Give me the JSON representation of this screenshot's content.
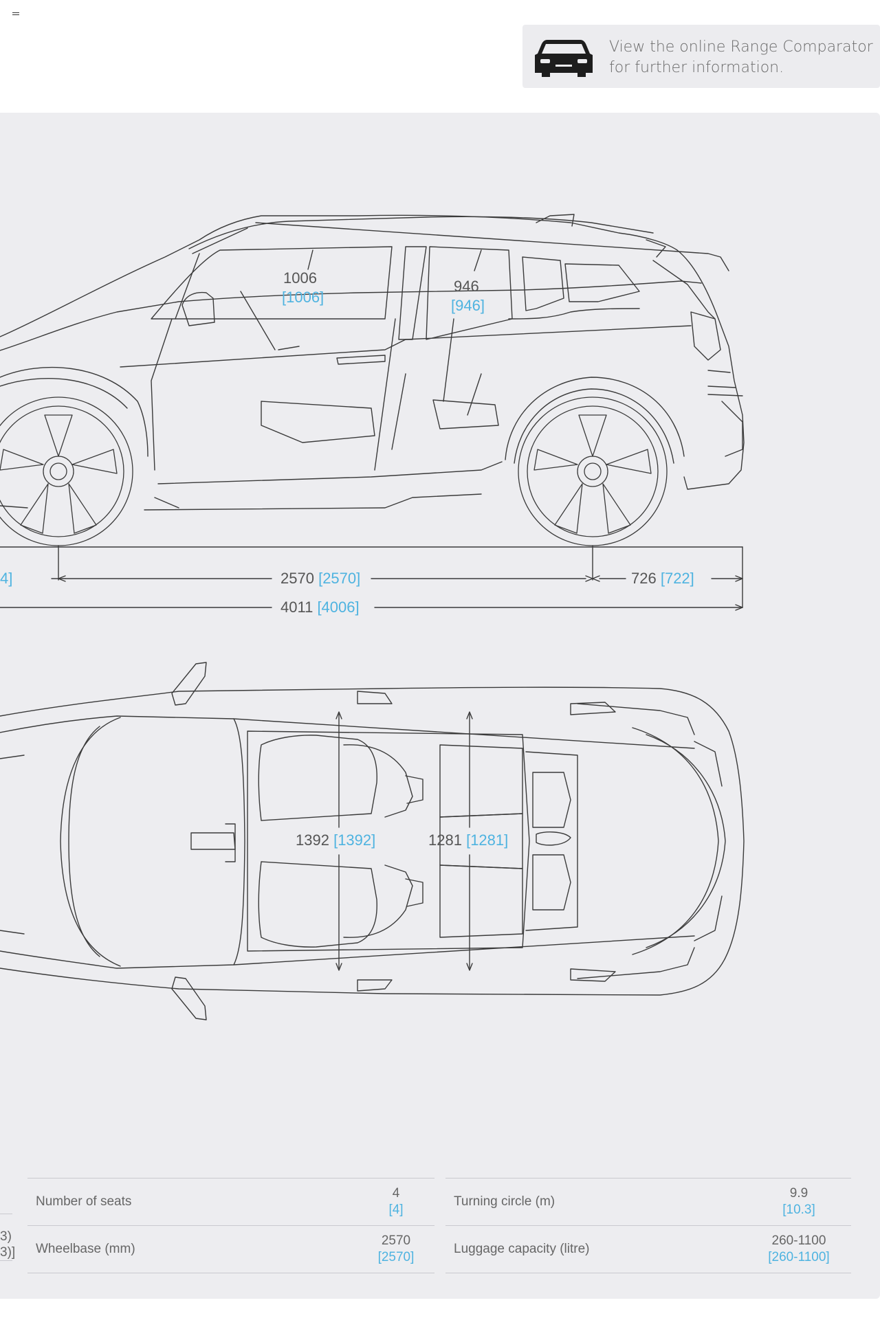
{
  "banner": {
    "line1": "View the online Range Comparator",
    "line2": "for further information."
  },
  "side_view": {
    "front_headroom": "1006",
    "front_headroom_alt": "[1006]",
    "rear_headroom": "946",
    "rear_headroom_alt": "[946]",
    "front_overhang_fragment": "4]",
    "wheelbase": "2570",
    "wheelbase_alt": "[2570]",
    "rear_overhang": "726",
    "rear_overhang_alt": "[722]",
    "length": "4011",
    "length_alt": "[4006]"
  },
  "top_view": {
    "front_shoulder": "1392",
    "front_shoulder_alt": "[1392]",
    "rear_shoulder": "1281",
    "rear_shoulder_alt": "[1281]"
  },
  "specs": {
    "left_fragment_1": "3)",
    "left_fragment_2": "3)]",
    "rows": [
      {
        "label_a": "Number of seats",
        "value_a": "4",
        "alt_a": "[4]",
        "label_b": "Turning circle (m)",
        "value_b": "9.9",
        "alt_b": "[10.3]"
      },
      {
        "label_a": "Wheelbase (mm)",
        "value_a": "2570",
        "alt_a": "[2570]",
        "label_b": "Luggage capacity (litre)",
        "value_b": "260-1100",
        "alt_b": "[260-1100]"
      }
    ]
  },
  "colors": {
    "accent": "#4eb3e0",
    "panel": "#ededf0",
    "line": "#3a3a3a"
  }
}
